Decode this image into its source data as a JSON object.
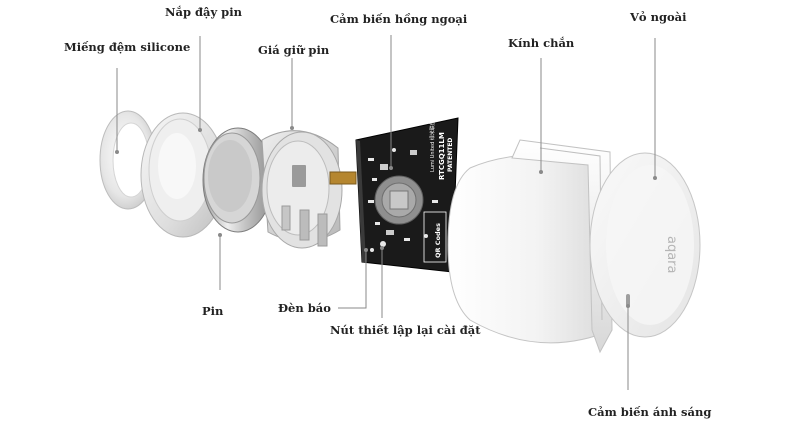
{
  "labels": {
    "battery_cover": "Nắp đậy pin",
    "silicone_pad": "Miếng đệm silicone",
    "battery_holder": "Giá giữ pin",
    "ir_sensor": "Cảm biến hồng ngoại",
    "lens": "Kính chắn",
    "outer_shell": "Vỏ ngoài",
    "battery": "Pin",
    "indicator_light": "Đèn báo",
    "reset_button": "Nút thiết lập lại cài đặt",
    "light_sensor": "Cảm biến ánh sáng"
  },
  "pcb_text": {
    "model": "RTCGQ11LM",
    "sub": "Lumi United 绿米联创",
    "patent": "PATENTED",
    "qr": "QR Codes"
  },
  "brand_mark": "aqara",
  "colors": {
    "pcb": "#1a1a1a",
    "shell": "#f2f2f2",
    "leader": "#8a8a8a",
    "label": "#222222"
  }
}
